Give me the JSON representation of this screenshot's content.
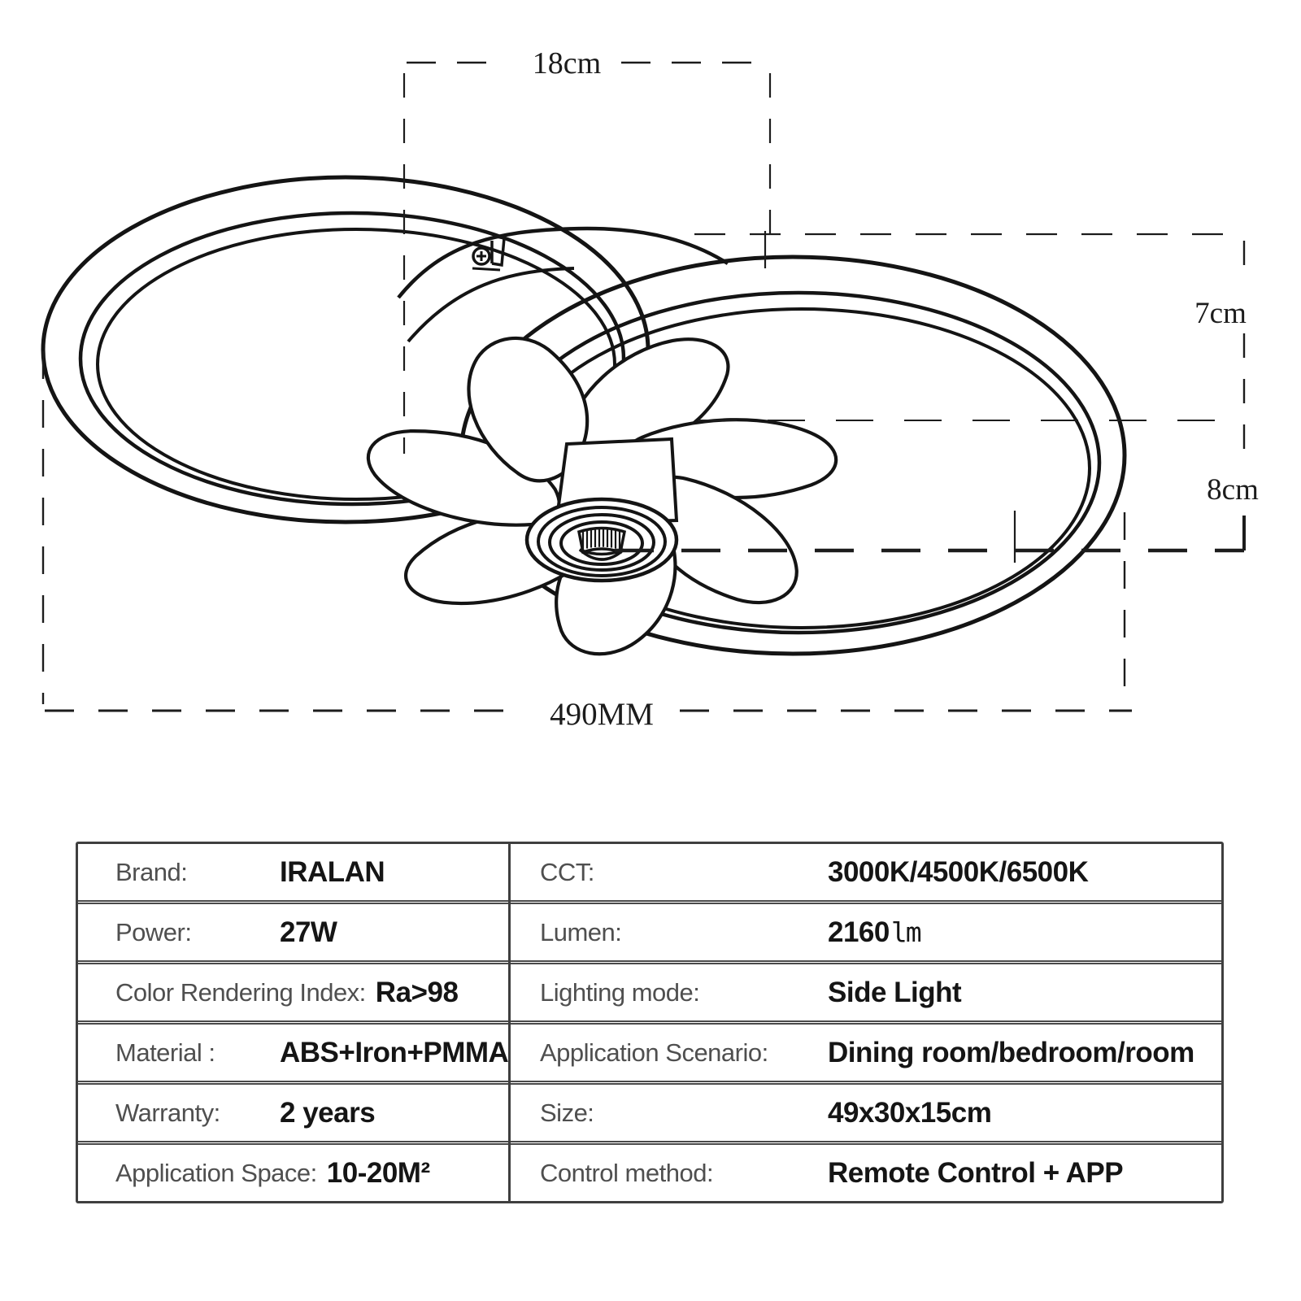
{
  "diagram": {
    "dim_top_width": "18cm",
    "dim_ring_height": "7cm",
    "dim_fan_height": "8cm",
    "dim_total_width": "490MM"
  },
  "spec_table": {
    "columns": [
      {
        "rows": [
          {
            "label": "Brand:",
            "value": "IRALAN"
          },
          {
            "label": "Power:",
            "value": "27W"
          },
          {
            "label": "Color Rendering Index:",
            "value": "Ra>98"
          },
          {
            "label": "Material :",
            "value": "ABS+Iron+PMMA"
          },
          {
            "label": "Warranty:",
            "value": "2 years"
          },
          {
            "label": "Application Space:",
            "value": "10-20M²"
          }
        ]
      },
      {
        "rows": [
          {
            "label": "CCT:",
            "value": "3000K/4500K/6500K"
          },
          {
            "label": "Lumen:",
            "value": "2160",
            "unit": "lm"
          },
          {
            "label": "Lighting mode:",
            "value": "Side Light"
          },
          {
            "label": "Application Scenario:",
            "value": "Dining room/bedroom/room"
          },
          {
            "label": "Size:",
            "value": "49x30x15cm"
          },
          {
            "label": "Control method:",
            "value": "Remote Control + APP"
          }
        ]
      }
    ]
  },
  "colors": {
    "ink": "#141414",
    "dimension_line": "#1c1c1c",
    "table_border": "#3f3f3f",
    "label_text": "#4f4f4f",
    "value_text": "#151515",
    "background": "#ffffff"
  }
}
